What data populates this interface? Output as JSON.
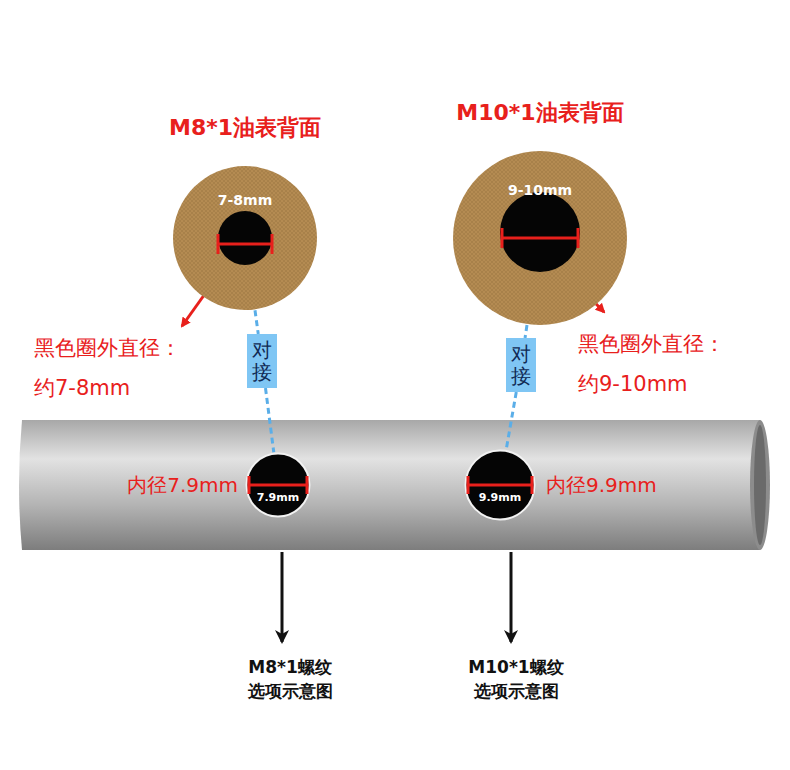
{
  "diagram": {
    "nodes": [
      {
        "text": [
          "M8*1油表背面",
          "7-8mm"
        ]
      },
      {
        "text": [
          "M10*1油表背面",
          "9-10mm"
        ]
      },
      {
        "text": [
          "对接"
        ]
      },
      {
        "text": [
          "对接"
        ]
      },
      {
        "text": [
          "7.9mm"
        ]
      },
      {
        "text": [
          "9.9mm"
        ]
      }
    ],
    "edges": [
      {
        "from": 0,
        "to": 2,
        "arrow": "none"
      },
      {
        "from": 2,
        "to": 4,
        "arrow": "none"
      },
      {
        "from": 1,
        "to": 3,
        "arrow": "none"
      },
      {
        "from": 3,
        "to": 5,
        "arrow": "none"
      }
    ],
    "labels": [
      "黑色圈外直径：",
      "约7-8mm",
      "黑色圈外直径：",
      "约9-10mm",
      "内径7.9mm",
      "内径9.9mm",
      "M8*1螺纹 选项示意图",
      "M10*1螺纹 选项示意图"
    ]
  }
}
